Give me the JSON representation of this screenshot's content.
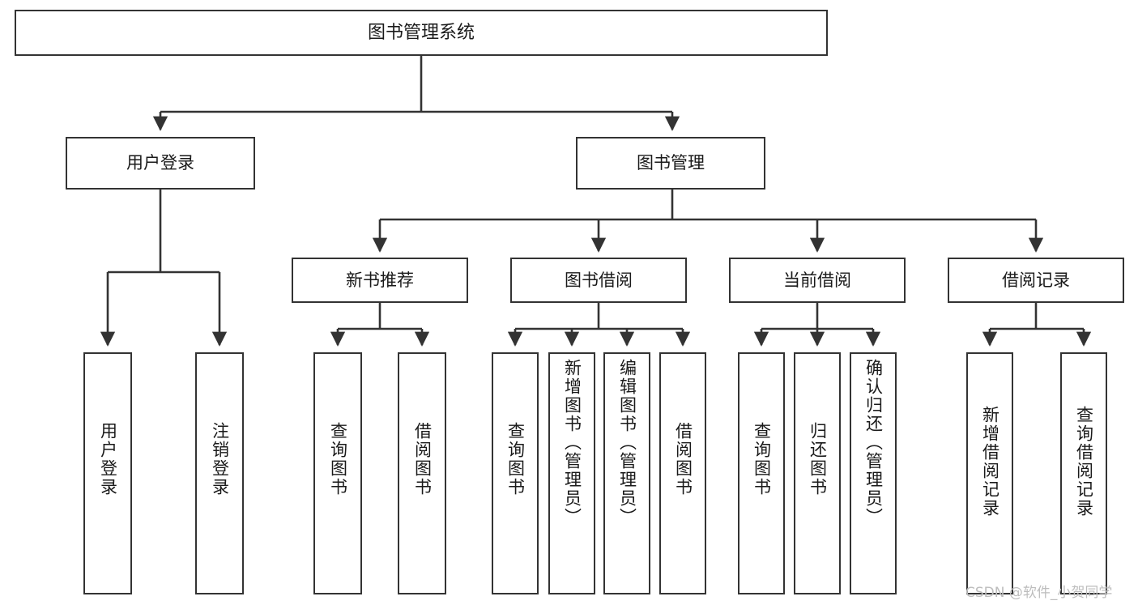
{
  "diagram": {
    "title": "图书管理系统",
    "watermark": "CSDN @软件_小贺同学",
    "line_color": "#333333",
    "box_border_color": "#333333",
    "box_fill_color": "#ffffff",
    "text_color": "#1a1a1a",
    "watermark_color": "#bdbdbd"
  },
  "nodes": {
    "root": {
      "label": "图书管理系统"
    },
    "level2": [
      {
        "label": "用户登录"
      },
      {
        "label": "图书管理"
      }
    ],
    "level3": [
      {
        "label": "新书推荐"
      },
      {
        "label": "图书借阅"
      },
      {
        "label": "当前借阅"
      },
      {
        "label": "借阅记录"
      }
    ],
    "leaves": {
      "user_login": [
        {
          "label": "用户登录"
        },
        {
          "label": "注销登录"
        }
      ],
      "new_book": [
        {
          "label": "查询图书"
        },
        {
          "label": "借阅图书"
        }
      ],
      "book_borrow": [
        {
          "label": "查询图书"
        },
        {
          "label": "新增图书（管理员）"
        },
        {
          "label": "编辑图书（管理员）"
        },
        {
          "label": "借阅图书"
        }
      ],
      "current_borrow": [
        {
          "label": "查询图书"
        },
        {
          "label": "归还图书"
        },
        {
          "label": "确认归还（管理员）"
        }
      ],
      "borrow_record": [
        {
          "label": "新增借阅记录"
        },
        {
          "label": "查询借阅记录"
        }
      ]
    }
  }
}
